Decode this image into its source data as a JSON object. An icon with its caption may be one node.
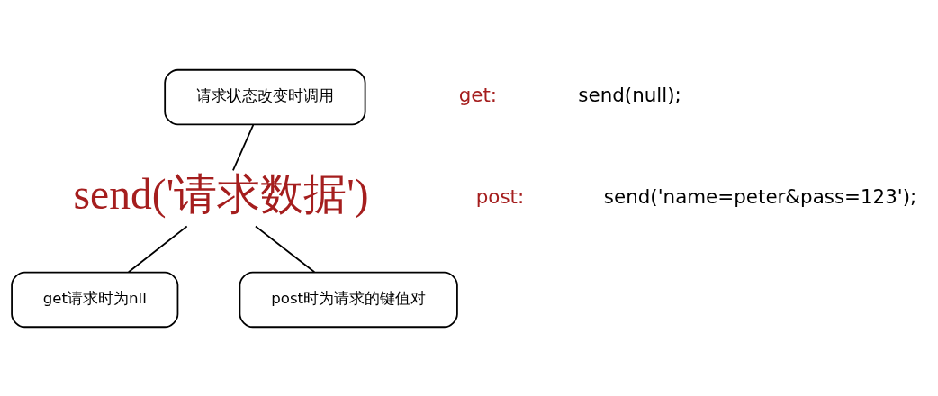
{
  "diagram": {
    "nodes": [
      {
        "text": [
          "请求状态改变时调用"
        ]
      },
      {
        "text": [
          "send('请求数据')"
        ]
      },
      {
        "text": [
          "get请求时为nll"
        ]
      },
      {
        "text": [
          "post时为请求的键值对"
        ]
      }
    ],
    "edges": [
      {
        "from": 0,
        "to": 1,
        "arrow": "none"
      },
      {
        "from": 2,
        "to": 1,
        "arrow": "none"
      },
      {
        "from": 3,
        "to": 1,
        "arrow": "none"
      }
    ],
    "labels": [
      "get:",
      "send(null);",
      "post:",
      "send('name=peter&pass=123');"
    ]
  }
}
